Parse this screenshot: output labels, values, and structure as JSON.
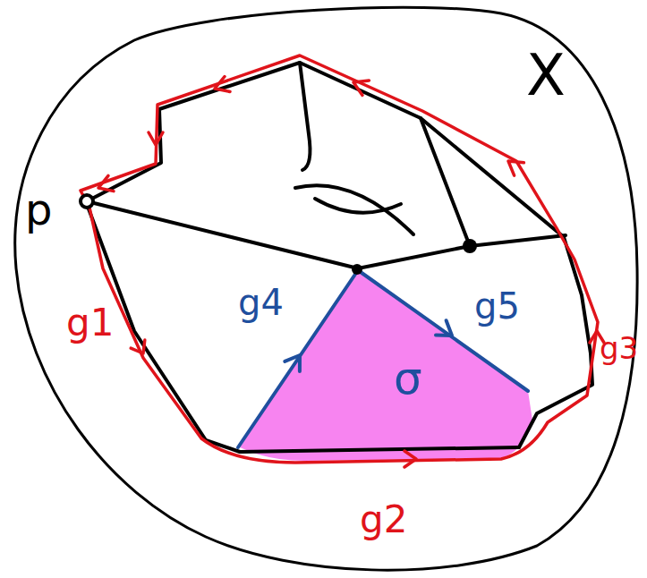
{
  "diagram": {
    "labels": [
      "X",
      "p",
      "g1",
      "g2",
      "g3",
      "g4",
      "g5",
      "σ"
    ]
  }
}
